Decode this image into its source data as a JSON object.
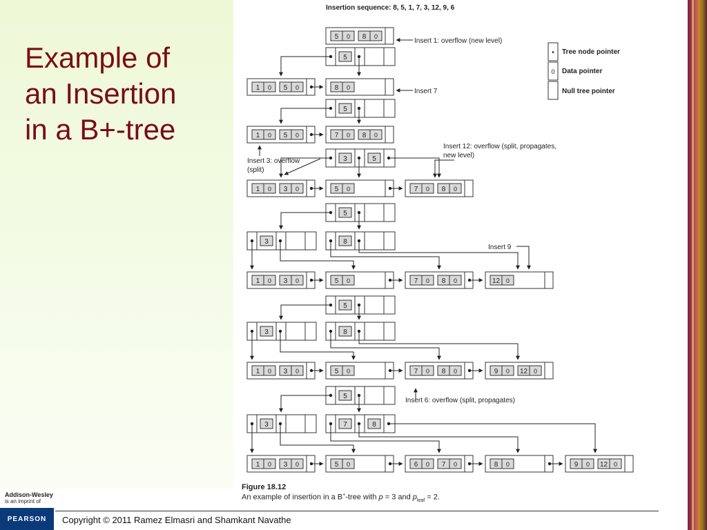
{
  "slide": {
    "title": "Example of\nan Insertion\nin a B+-tree",
    "copyright": "Copyright © 2011 Ramez Elmasri and Shamkant Navathe"
  },
  "publisher": {
    "name": "Addison-Wesley",
    "imprint": "is an imprint of",
    "logo": "PEARSON"
  },
  "figure": {
    "header": "Insertion sequence: 8, 5, 1, 7, 3, 12, 9, 6",
    "legend": [
      {
        "symbol": "•",
        "label": "Tree node pointer"
      },
      {
        "symbol": "0",
        "label": "Data pointer"
      },
      {
        "symbol": "",
        "label": "Null tree pointer"
      }
    ],
    "annotations": {
      "insert1": "Insert 1: overflow (new level)",
      "insert7": "Insert 7",
      "insert3_l1": "Insert 3: overflow",
      "insert3_l2": "(split)",
      "insert12_l1": "Insert 12: overflow (split, propagates,",
      "insert12_l2": "new level)",
      "insert9": "Insert 9",
      "insert6": "Insert 6: overflow (split, propagates)"
    },
    "caption_number": "Figure 18.12",
    "caption_parts": {
      "before_plus": "An example of insertion in a B",
      "plus": "+",
      "after_plus": "-tree with ",
      "p": "p",
      "eq1": " = 3 and ",
      "p_leaf": "p",
      "leaf_sub": "leaf",
      "eq2": " = 2."
    }
  },
  "stages": [
    {
      "name": "after-8-5",
      "leaves": [
        [
          "5",
          "8"
        ]
      ]
    },
    {
      "name": "after-1",
      "root": [
        "5"
      ],
      "leaves": [
        [
          "1",
          "5"
        ],
        [
          "8"
        ]
      ]
    },
    {
      "name": "after-7",
      "root": [
        "5"
      ],
      "leaves": [
        [
          "1",
          "5"
        ],
        [
          "7",
          "8"
        ]
      ]
    },
    {
      "name": "after-3",
      "root": [
        "3",
        "5"
      ],
      "leaves": [
        [
          "1",
          "3"
        ],
        [
          "5"
        ],
        [
          "7",
          "8"
        ]
      ]
    },
    {
      "name": "after-12",
      "root": [
        "5"
      ],
      "internal": [
        [
          "3"
        ],
        [
          "8"
        ]
      ],
      "leaves": [
        [
          "1",
          "3"
        ],
        [
          "5"
        ],
        [
          "7",
          "8"
        ],
        [
          "12"
        ]
      ]
    },
    {
      "name": "after-9",
      "root": [
        "5"
      ],
      "internal": [
        [
          "3"
        ],
        [
          "8"
        ]
      ],
      "leaves": [
        [
          "1",
          "3"
        ],
        [
          "5"
        ],
        [
          "7",
          "8"
        ],
        [
          "9",
          "12"
        ]
      ]
    },
    {
      "name": "after-6",
      "root": [
        "5"
      ],
      "internal": [
        [
          "3"
        ],
        [
          "7",
          "8"
        ]
      ],
      "leaves": [
        [
          "1",
          "3"
        ],
        [
          "5"
        ],
        [
          "6",
          "7"
        ],
        [
          "8"
        ],
        [
          "9",
          "12"
        ]
      ]
    }
  ]
}
